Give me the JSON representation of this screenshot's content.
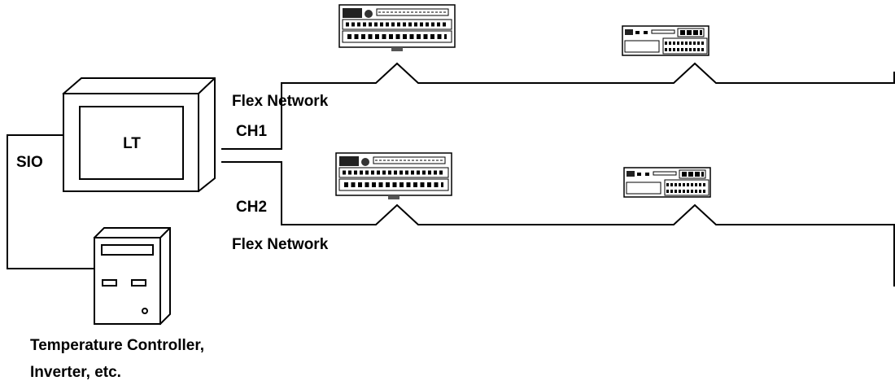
{
  "lt": {
    "label": "LT"
  },
  "sio": {
    "label": "SIO"
  },
  "flex_network_ch1": {
    "network_label": "Flex Network",
    "channel_label": "CH1"
  },
  "flex_network_ch2": {
    "network_label": "Flex Network",
    "channel_label": "CH2"
  },
  "temperature_controller": {
    "caption_line1": "Temperature Controller,",
    "caption_line2": "Inverter, etc."
  }
}
